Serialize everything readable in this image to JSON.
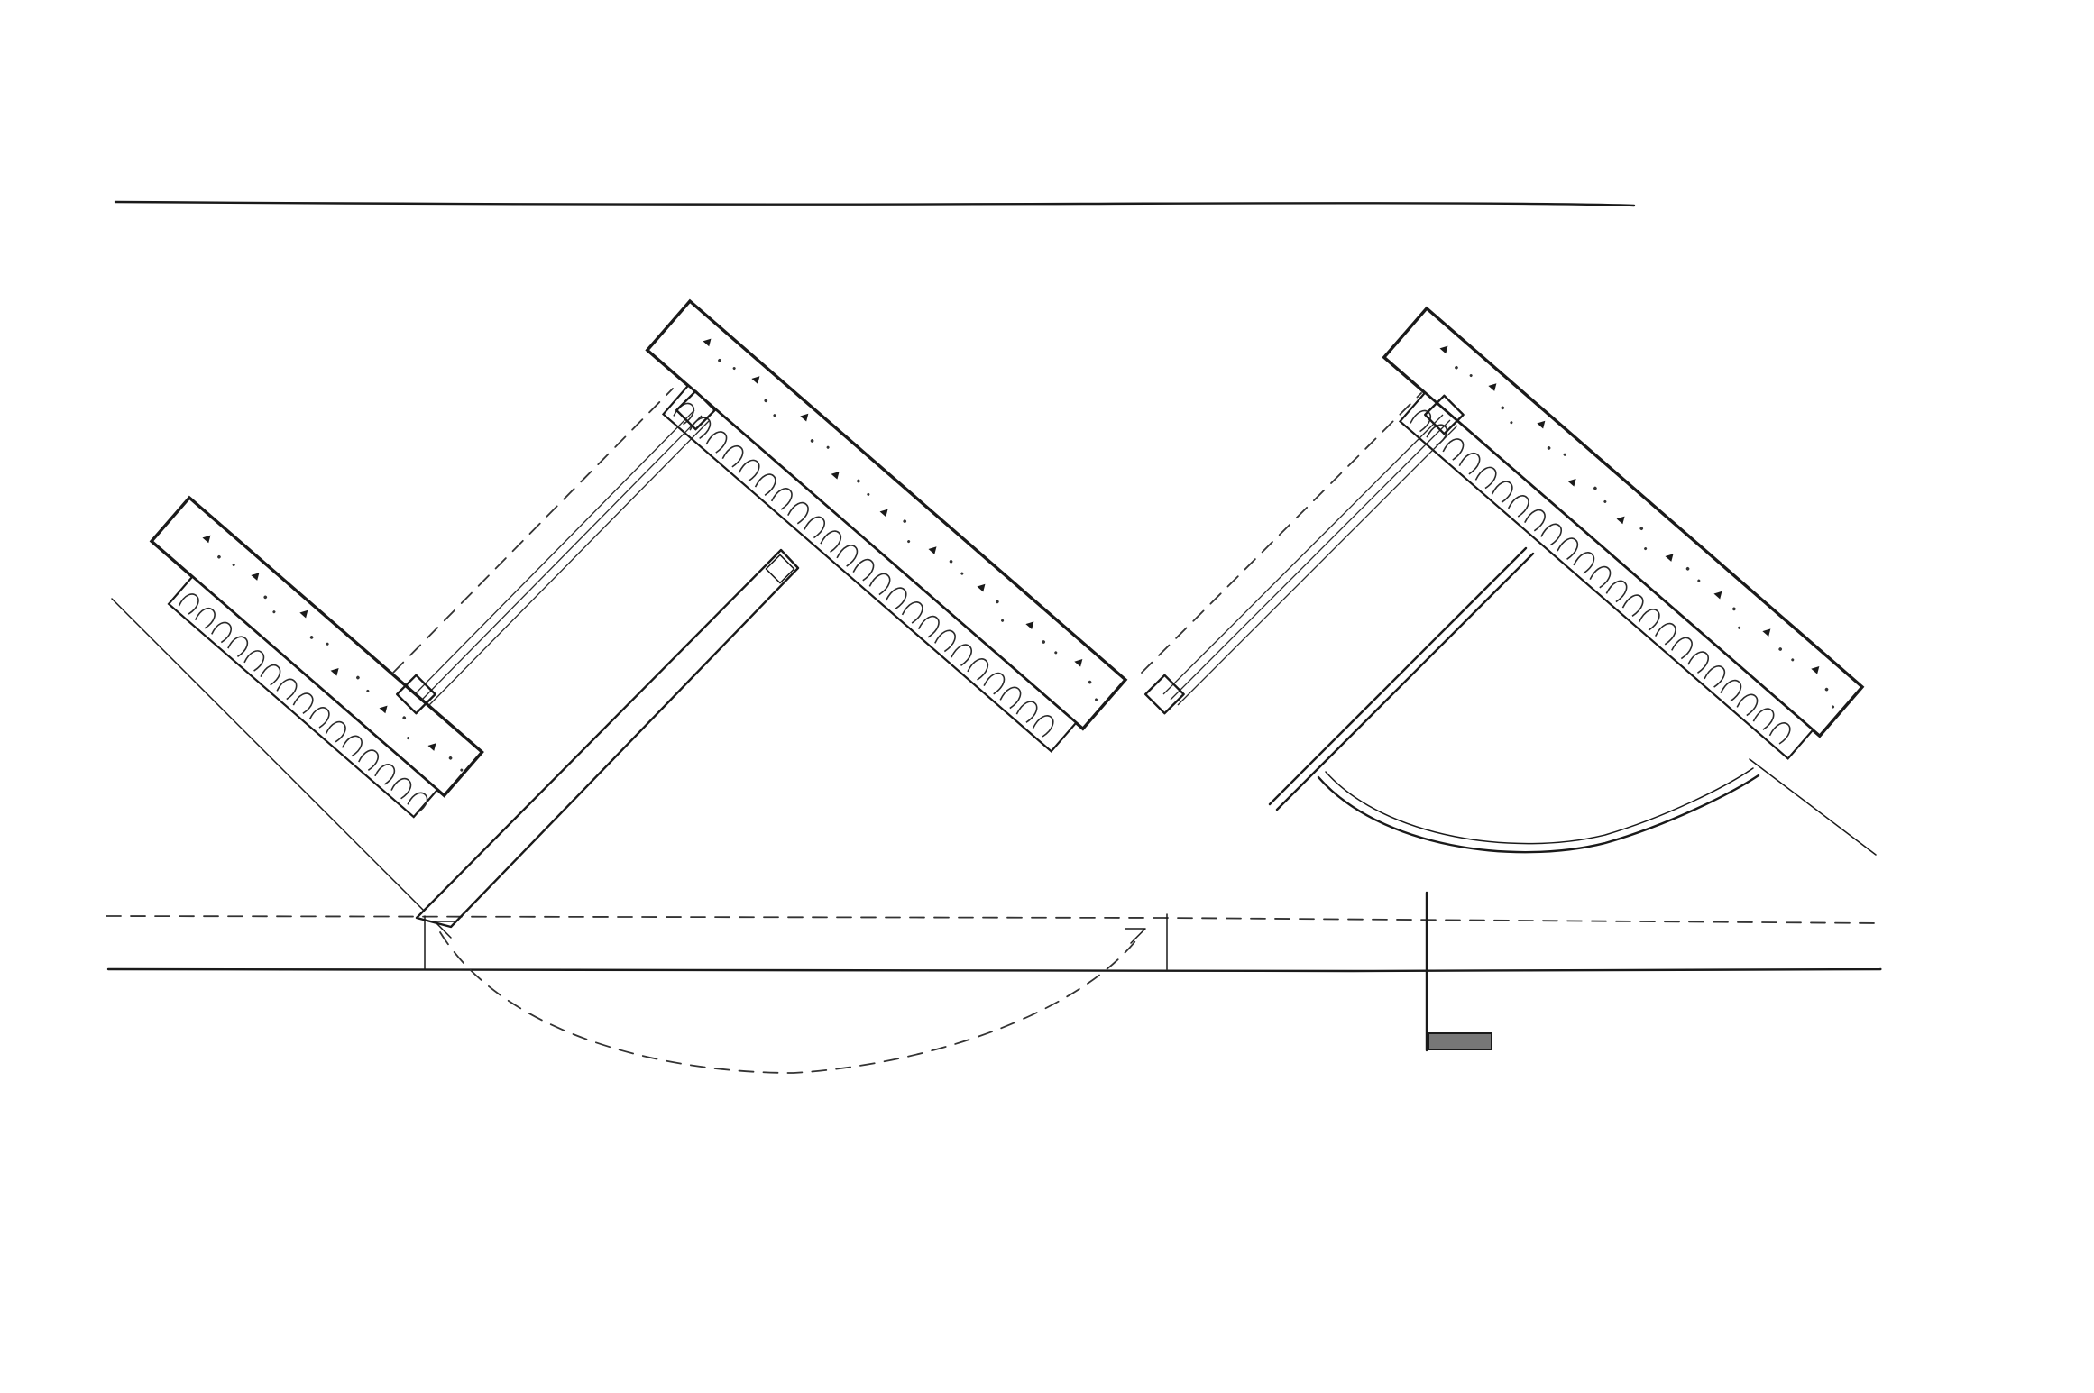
{
  "drawing": {
    "kind": "hand-drawn architectural plan detail",
    "colors": {
      "ink": "#1a1a1a",
      "paper": "#ffffff",
      "hatch": "#777777"
    },
    "elements": [
      "upper-boundary-line",
      "concrete-wall-panel",
      "insulation-layer",
      "glazing-panel",
      "door-leaf",
      "door-swing-arc",
      "fold-door-swing-arc",
      "dashed-projection-line",
      "floor-line",
      "section-marker"
    ]
  }
}
